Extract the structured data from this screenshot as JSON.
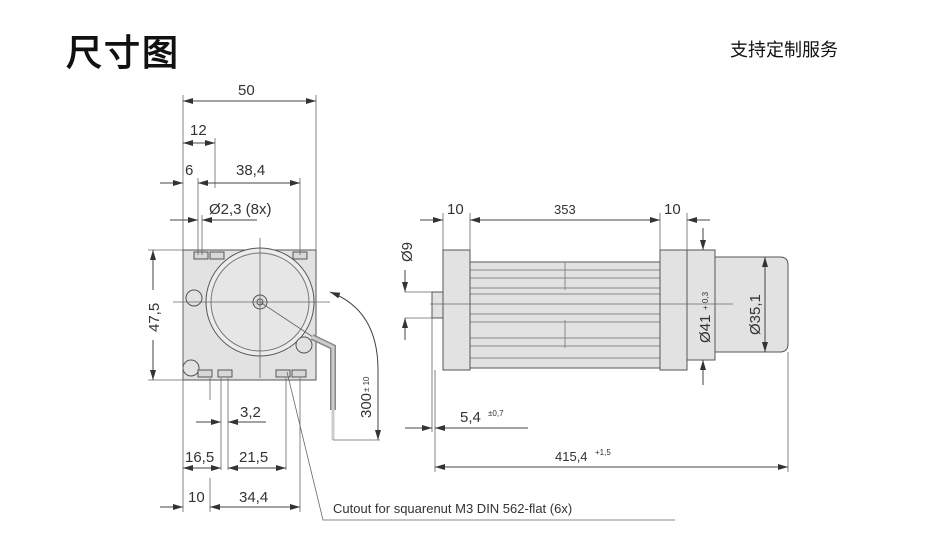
{
  "header": {
    "title": "尺寸图",
    "service": "支持定制服务"
  },
  "front_view": {
    "width": "50",
    "offset_12": "12",
    "offset_6": "6",
    "spacing_38_4": "38,4",
    "hole_dia": "Ø2,3 (8x)",
    "height": "47,5",
    "slot_3_2": "3,2",
    "offset_16_5": "16,5",
    "spacing_21_5": "21,5",
    "offset_10": "10",
    "spacing_34_4": "34,4",
    "cable_length": "300",
    "cable_tol": "± 10",
    "cutout_note": "Cutout for squarenut M3 DIN 562-flat (6x)"
  },
  "side_view": {
    "flange_left": "10",
    "rotor_length": "353",
    "flange_right": "10",
    "shaft_dia": "Ø9",
    "flange_dia": "Ø41",
    "flange_dia_tol": "+ 0,3",
    "motor_dia": "Ø35,1",
    "shaft_len": "5,4",
    "shaft_len_tol": "±0,7",
    "total_len": "415,4",
    "total_len_tol": "+1,5"
  }
}
